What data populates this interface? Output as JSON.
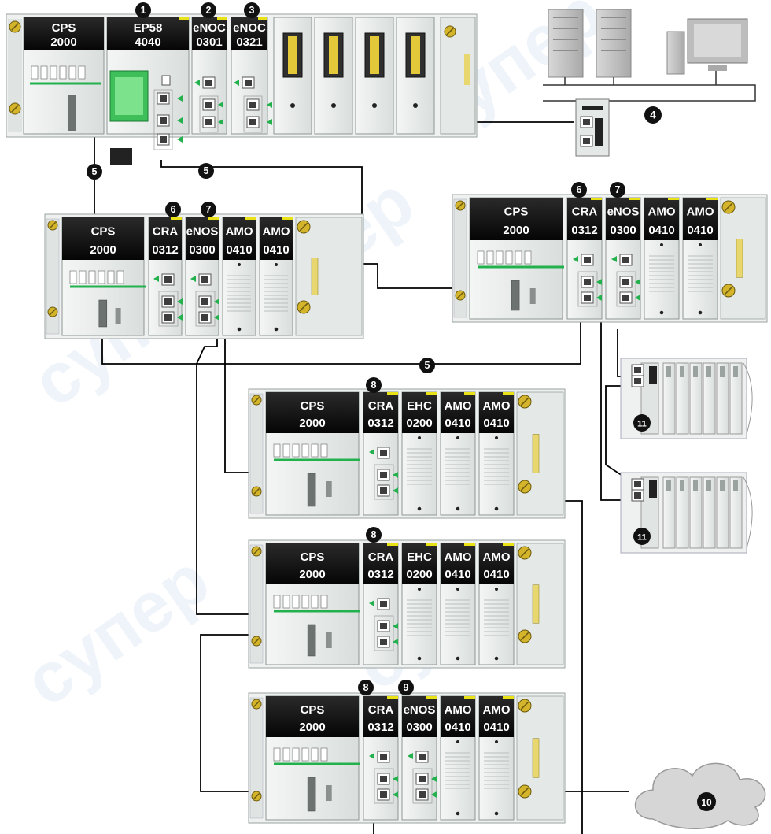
{
  "colors": {
    "module_header": "#0d0d0d",
    "module_body": "#e7ecea",
    "cable": "#000000",
    "green_bus": "#23b14d",
    "port_arrow": "#23b14d",
    "cloud": "#d6d6d6",
    "watermark": "#6f9fd0"
  },
  "watermark_text": "супер",
  "callouts": {
    "c1": "1",
    "c2": "2",
    "c3": "3",
    "c4": "4",
    "c5": "5",
    "c6": "6",
    "c7": "7",
    "c8": "8",
    "c9": "9",
    "c10": "10",
    "c11": "11"
  },
  "racks": [
    {
      "id": "main-rack",
      "modules": [
        {
          "top": "CPS",
          "bottom": "2000"
        },
        {
          "top": "EP58",
          "bottom": "4040"
        },
        {
          "top": "eNOC",
          "bottom": "0301"
        },
        {
          "top": "eNOC",
          "bottom": "0321"
        }
      ]
    },
    {
      "id": "rio-drop-left",
      "modules": [
        {
          "top": "CPS",
          "bottom": "2000"
        },
        {
          "top": "CRA",
          "bottom": "0312"
        },
        {
          "top": "eNOS",
          "bottom": "0300"
        },
        {
          "top": "AMO",
          "bottom": "0410"
        },
        {
          "top": "AMO",
          "bottom": "0410"
        }
      ]
    },
    {
      "id": "rio-drop-right",
      "modules": [
        {
          "top": "CPS",
          "bottom": "2000"
        },
        {
          "top": "CRA",
          "bottom": "0312"
        },
        {
          "top": "eNOS",
          "bottom": "0300"
        },
        {
          "top": "AMO",
          "bottom": "0410"
        },
        {
          "top": "AMO",
          "bottom": "0410"
        }
      ]
    },
    {
      "id": "rio-drop-a",
      "modules": [
        {
          "top": "CPS",
          "bottom": "2000"
        },
        {
          "top": "CRA",
          "bottom": "0312"
        },
        {
          "top": "EHC",
          "bottom": "0200"
        },
        {
          "top": "AMO",
          "bottom": "0410"
        },
        {
          "top": "AMO",
          "bottom": "0410"
        }
      ]
    },
    {
      "id": "rio-drop-b",
      "modules": [
        {
          "top": "CPS",
          "bottom": "2000"
        },
        {
          "top": "CRA",
          "bottom": "0312"
        },
        {
          "top": "EHC",
          "bottom": "0200"
        },
        {
          "top": "AMO",
          "bottom": "0410"
        },
        {
          "top": "AMO",
          "bottom": "0410"
        }
      ]
    },
    {
      "id": "rio-drop-c",
      "modules": [
        {
          "top": "CPS",
          "bottom": "2000"
        },
        {
          "top": "CRA",
          "bottom": "0312"
        },
        {
          "top": "eNOS",
          "bottom": "0300"
        },
        {
          "top": "AMO",
          "bottom": "0410"
        },
        {
          "top": "AMO",
          "bottom": "0410"
        }
      ]
    }
  ]
}
